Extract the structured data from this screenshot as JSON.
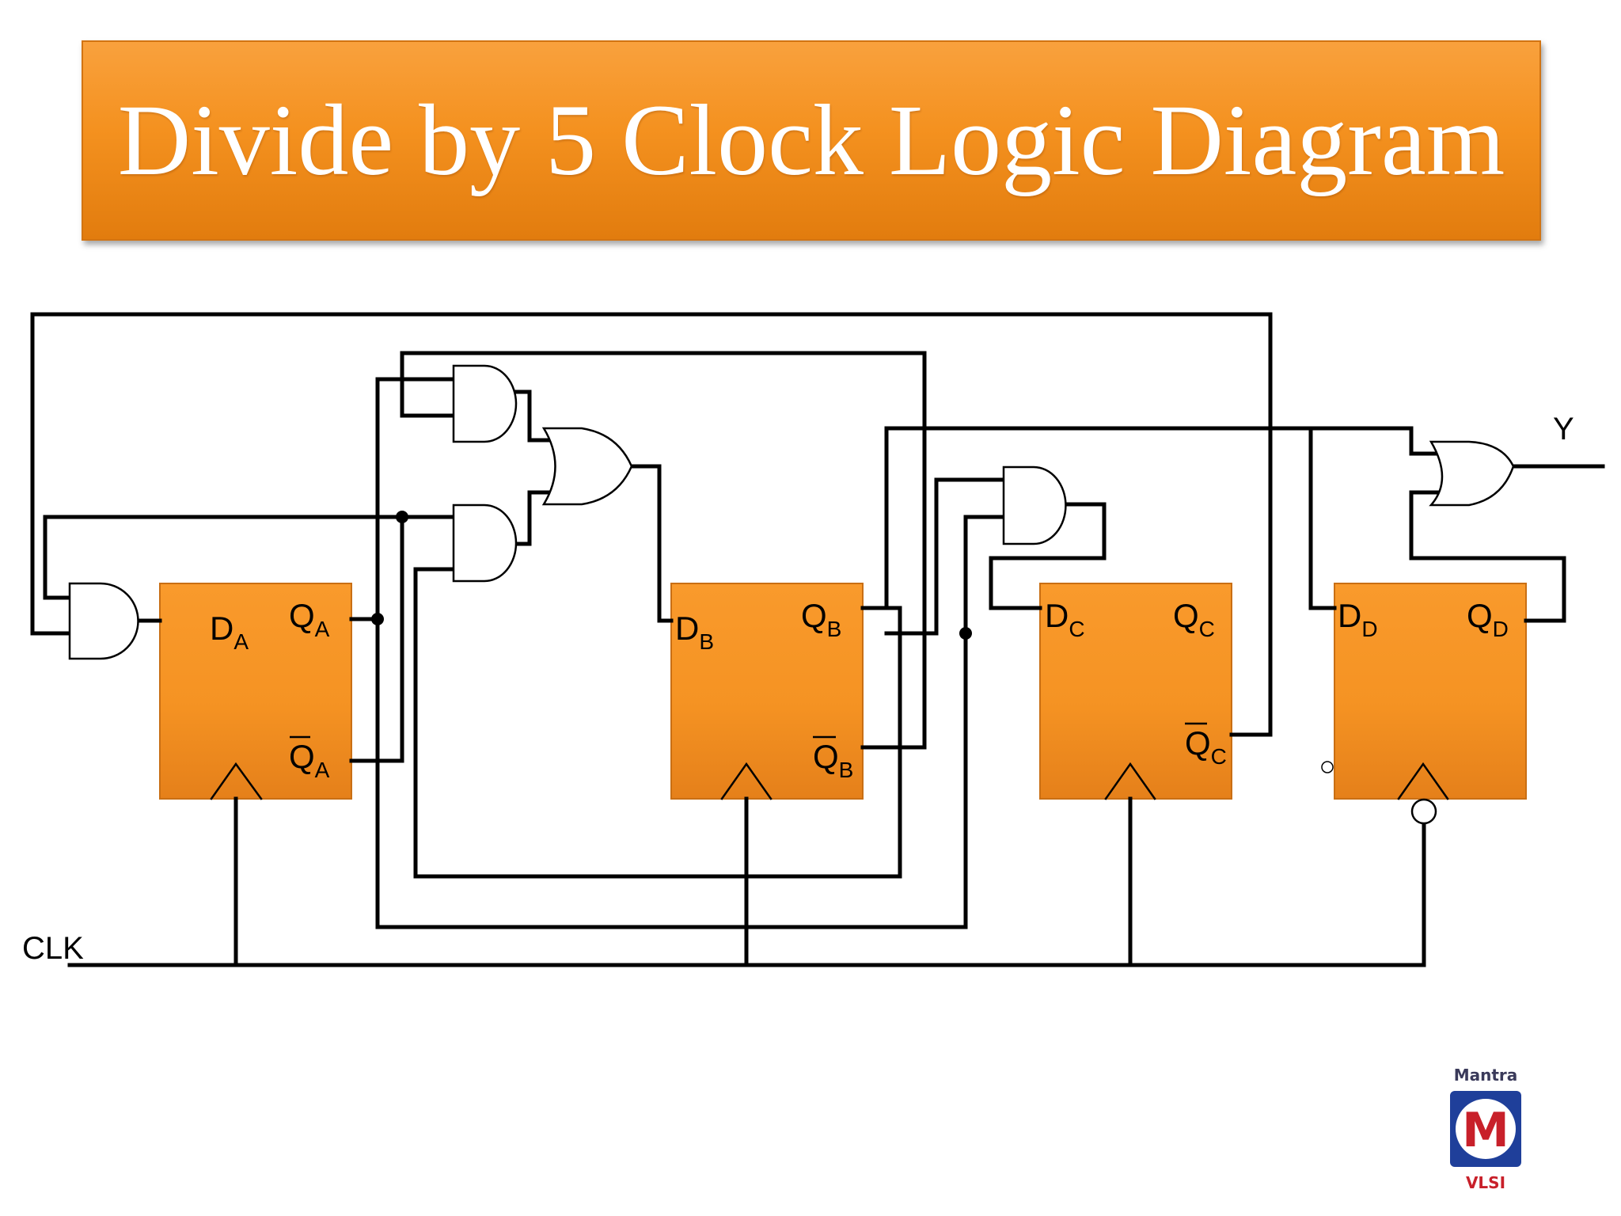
{
  "title": "Divide by 5 Clock Logic Diagram",
  "flip_flops": [
    {
      "id": "A",
      "d": "D",
      "q": "Q",
      "qbar": "Q",
      "sub": "A"
    },
    {
      "id": "B",
      "d": "D",
      "q": "Q",
      "qbar": "Q",
      "sub": "B"
    },
    {
      "id": "C",
      "d": "D",
      "q": "Q",
      "qbar": "Q",
      "sub": "C"
    },
    {
      "id": "D",
      "d": "D",
      "q": "Q",
      "sub": "D"
    }
  ],
  "labels": {
    "clock": "CLK",
    "output": "Y"
  },
  "logo": {
    "top": "Mantra",
    "letter": "M",
    "bottom": "VLSI"
  },
  "colors": {
    "banner": "#f4911f",
    "flip_flop": "#f7941d",
    "logo_blue": "#1f3f9a",
    "logo_red": "#c8202a"
  }
}
